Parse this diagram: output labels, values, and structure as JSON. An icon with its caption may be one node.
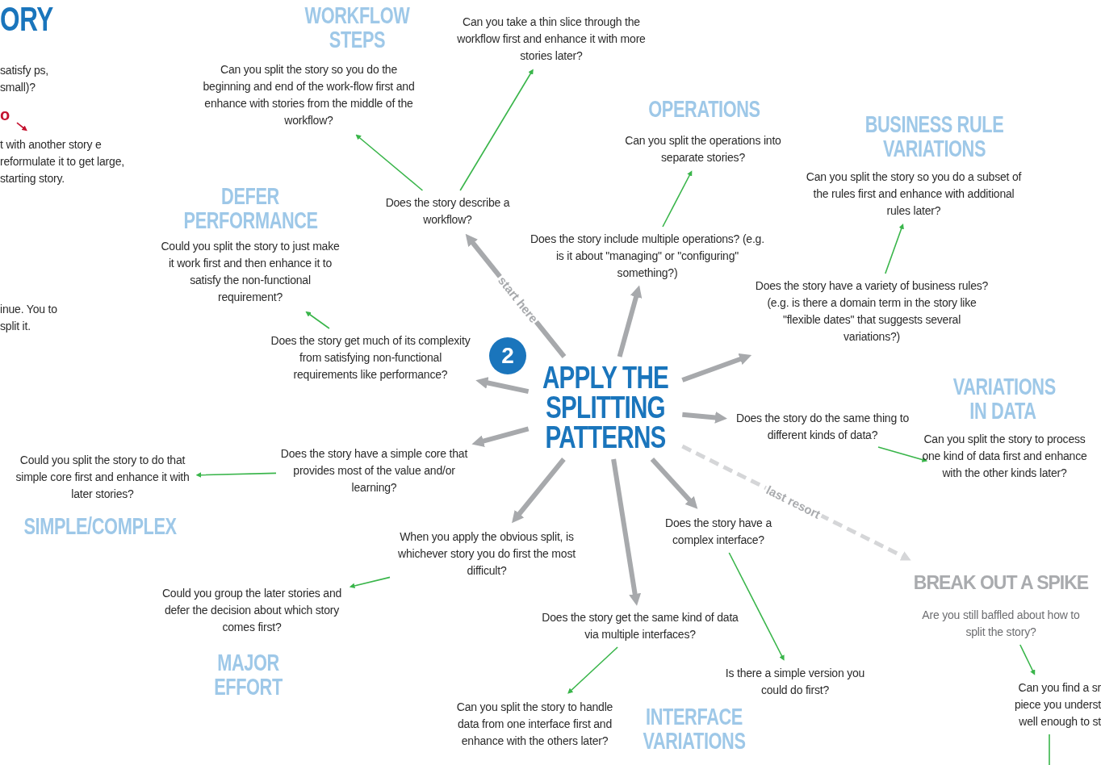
{
  "diagram": {
    "nodes": [
      {
        "text": [
          "APPLY THE SPLITTING PATTERNS"
        ]
      },
      {
        "text": [
          "2"
        ]
      },
      {
        "text": [
          "Does the story describe a workflow?"
        ]
      },
      {
        "text": [
          "Can you split the story so you do the beginning and end of the work-flow first and enhance with stories from the middle of the workflow?"
        ]
      },
      {
        "text": [
          "Can you take a thin slice through the workflow first and enhance it with more stories later?"
        ]
      },
      {
        "text": [
          "Does the story include multiple operations? (e.g. is it about \"managing\" or \"configuring\" something?)"
        ]
      },
      {
        "text": [
          "Can you split the operations into separate stories?"
        ]
      },
      {
        "text": [
          "Does the story have a variety of business rules? (e.g. is there a domain term in the story like \"flexible dates\" that suggests several variations?)"
        ]
      },
      {
        "text": [
          "Can you split the story so you do a subset of the rules first and enhance with additional rules later?"
        ]
      },
      {
        "text": [
          "Does the story do the same thing to different kinds of data?"
        ]
      },
      {
        "text": [
          "Can you split the story to process one kind of data first and enhance with the other kinds later?"
        ]
      },
      {
        "text": [
          "BREAK OUT A SPIKE",
          "Are you still baffled about how to split the story?"
        ]
      },
      {
        "text": [
          "Can you find a sr piece you underst well enough to st"
        ]
      },
      {
        "text": [
          "Does the story have a complex interface?"
        ]
      },
      {
        "text": [
          "Is there a simple version you could do first?"
        ]
      },
      {
        "text": [
          "Does the story get the same kind of data via multiple interfaces?"
        ]
      },
      {
        "text": [
          "Can you split the story to handle data from one interface first and enhance with the others later?"
        ]
      },
      {
        "text": [
          "When you apply the obvious split, is whichever story you do first the most difficult?"
        ]
      },
      {
        "text": [
          "Could you group the later stories and defer the decision about which story comes first?"
        ]
      },
      {
        "text": [
          "Does the story have a simple core that provides most of the value and/or learning?"
        ]
      },
      {
        "text": [
          "Could you split the story to do that simple core first and enhance it with later stories?"
        ]
      },
      {
        "text": [
          "Does the story get much of its complexity from satisfying non-functional requirements like performance?"
        ]
      },
      {
        "text": [
          "Could you split the story to just make it work first and then enhance it to satisfy the non-functional requirement?"
        ]
      },
      {
        "text": [
          "o"
        ]
      },
      {
        "text": [
          "t with another story e reformulate it to get large, starting story."
        ]
      }
    ],
    "edges": [
      {
        "from": 0,
        "to": 2,
        "arrow": "to",
        "label": "start here",
        "style": "thick",
        "color": "#a7a9ac"
      },
      {
        "from": 0,
        "to": 5,
        "arrow": "to",
        "style": "thick",
        "color": "#a7a9ac"
      },
      {
        "from": 0,
        "to": 7,
        "arrow": "to",
        "style": "thick",
        "color": "#a7a9ac"
      },
      {
        "from": 0,
        "to": 9,
        "arrow": "to",
        "style": "thick",
        "color": "#a7a9ac"
      },
      {
        "from": 0,
        "to": 11,
        "arrow": "to",
        "label": "last resort",
        "style": "dashed",
        "color": "#d5d6d8"
      },
      {
        "from": 0,
        "to": 13,
        "arrow": "to",
        "style": "thick",
        "color": "#a7a9ac"
      },
      {
        "from": 0,
        "to": 15,
        "arrow": "to",
        "style": "thick",
        "color": "#a7a9ac"
      },
      {
        "from": 0,
        "to": 17,
        "arrow": "to",
        "style": "thick",
        "color": "#a7a9ac"
      },
      {
        "from": 0,
        "to": 19,
        "arrow": "to",
        "style": "thick",
        "color": "#a7a9ac"
      },
      {
        "from": 0,
        "to": 21,
        "arrow": "to",
        "style": "thick",
        "color": "#a7a9ac"
      },
      {
        "from": 2,
        "to": 3,
        "arrow": "to"
      },
      {
        "from": 2,
        "to": 4,
        "arrow": "to"
      },
      {
        "from": 5,
        "to": 6,
        "arrow": "to"
      },
      {
        "from": 7,
        "to": 8,
        "arrow": "to"
      },
      {
        "from": 9,
        "to": 10,
        "arrow": "to"
      },
      {
        "from": 11,
        "to": 12,
        "arrow": "to"
      },
      {
        "from": 12,
        "to": null,
        "arrow": "none"
      },
      {
        "from": 13,
        "to": 14,
        "arrow": "to"
      },
      {
        "from": 15,
        "to": 16,
        "arrow": "to"
      },
      {
        "from": 17,
        "to": 18,
        "arrow": "to"
      },
      {
        "from": 19,
        "to": 20,
        "arrow": "to"
      },
      {
        "from": 21,
        "to": 22,
        "arrow": "to"
      },
      {
        "from": 23,
        "to": 24,
        "arrow": "to",
        "color": "#c4122f"
      }
    ],
    "labels": [
      "ORY",
      "satisfy ps, small)?",
      "WORKFLOW STEPS",
      "OPERATIONS",
      "BUSINESS RULE VARIATIONS",
      "DEFER PERFORMANCE",
      "inue. You to split it.",
      "VARIATIONS IN DATA",
      "SIMPLE/COMPLEX",
      "MAJOR EFFORT",
      "INTERFACE VARIATIONS"
    ]
  }
}
